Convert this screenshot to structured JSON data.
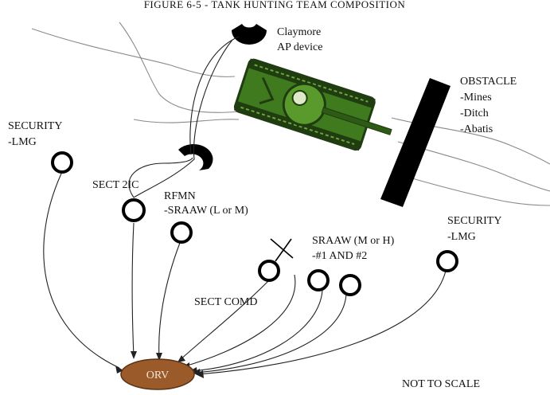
{
  "title": "FIGURE 6-5 - TANK HUNTING TEAM COMPOSITION",
  "labels": {
    "claymore_line1": "Claymore",
    "claymore_line2": "AP device",
    "obstacle_title": "OBSTACLE",
    "obstacle_item1": "-Mines",
    "obstacle_item2": "-Ditch",
    "obstacle_item3": "-Abatis",
    "security_left_title": "SECURITY",
    "security_left_weapon": "-LMG",
    "sect_2ic": "SECT 2IC",
    "rfmn_title": "RFMN",
    "rfmn_weapon": "-SRAAW (L or M)",
    "sraaw_title": "SRAAW (M or H)",
    "sraaw_members": "-#1 AND #2",
    "security_right_title": "SECURITY",
    "security_right_weapon": "-LMG",
    "sect_comd": "SECT COMD",
    "orv": "ORV",
    "not_to_scale": "NOT TO SCALE"
  },
  "colors": {
    "tank_hull": "#3f7a1f",
    "tank_dark": "#1f3d10",
    "orv_fill": "#9a5a2a",
    "obstacle": "#000000"
  },
  "icons": {
    "claymore": "claymore-mine-icon",
    "tank": "enemy-tank-icon",
    "position": "soldier-position-circle",
    "sect_comd_marker": "cross-marker-icon"
  }
}
